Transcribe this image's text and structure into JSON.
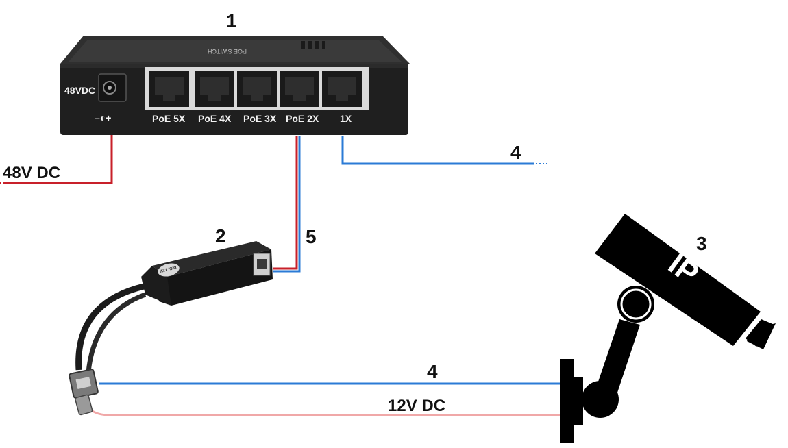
{
  "callouts": {
    "switch": "1",
    "splitter": "2",
    "camera": "3",
    "network_top": "4",
    "network_bottom": "4",
    "poe_cable": "5"
  },
  "power_labels": {
    "input": "48V DC",
    "output": "12V DC"
  },
  "switch": {
    "power_jack_label": "48VDC",
    "polarity_label": "–◐+",
    "ports": [
      "PoE 5X",
      "PoE 4X",
      "PoE 3X",
      "PoE 2X",
      "1X"
    ],
    "top_text": "POE SWITCH"
  },
  "splitter": {
    "badge": "D.C. 12V"
  },
  "camera": {
    "text": "IP"
  },
  "colors": {
    "network_line": "#2b7bd6",
    "power_line": "#c8202a",
    "output_power_line": "#f0a8a8",
    "device_body": "#1f1f1f"
  }
}
